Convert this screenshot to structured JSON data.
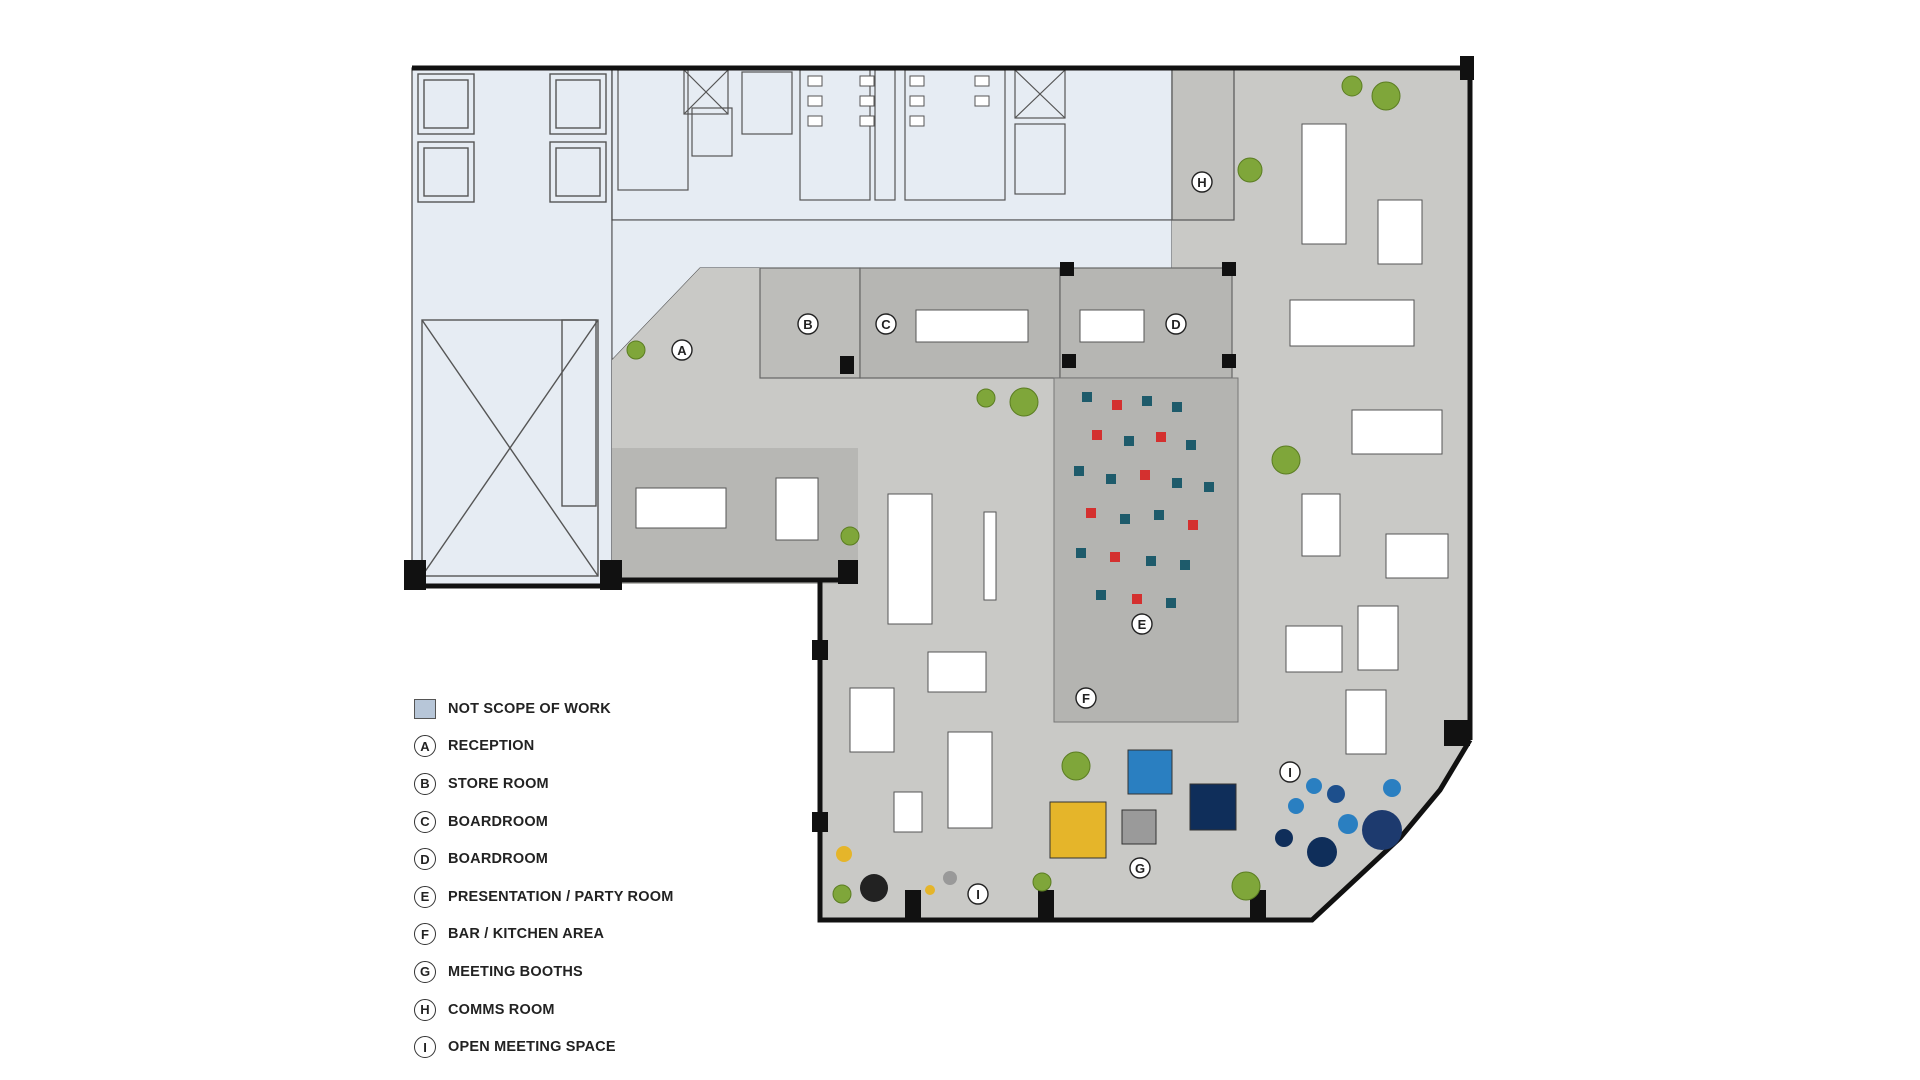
{
  "colors": {
    "not_scope_fill": "#e6ecf3",
    "not_scope_swatch": "#b7c6d8",
    "floor": "#c9c9c6",
    "room_dark": "#b5b5b2",
    "wall": "#111111",
    "desk": "#ffffff",
    "plant": "#7fa63a",
    "chair_teal": "#1e5b6b",
    "chair_red": "#d4302f",
    "booth_blue": "#2a7fc1",
    "booth_navy": "#0f2e5a",
    "booth_yellow": "#e5b52a",
    "booth_grey": "#9a9a9a"
  },
  "room_tags": {
    "a": "A",
    "b": "B",
    "c": "C",
    "d": "D",
    "e": "E",
    "f": "F",
    "g": "G",
    "h": "H",
    "i1": "I",
    "i2": "I"
  },
  "legend": {
    "not_scope": {
      "label": "NOT SCOPE OF WORK"
    },
    "items": [
      {
        "key": "A",
        "label": "RECEPTION"
      },
      {
        "key": "B",
        "label": "STORE ROOM"
      },
      {
        "key": "C",
        "label": "BOARDROOM"
      },
      {
        "key": "D",
        "label": "BOARDROOM"
      },
      {
        "key": "E",
        "label": "PRESENTATION / PARTY ROOM"
      },
      {
        "key": "F",
        "label": "BAR / KITCHEN AREA"
      },
      {
        "key": "G",
        "label": "MEETING BOOTHS"
      },
      {
        "key": "H",
        "label": "COMMS ROOM"
      },
      {
        "key": "I",
        "label": "OPEN MEETING SPACE"
      }
    ]
  }
}
